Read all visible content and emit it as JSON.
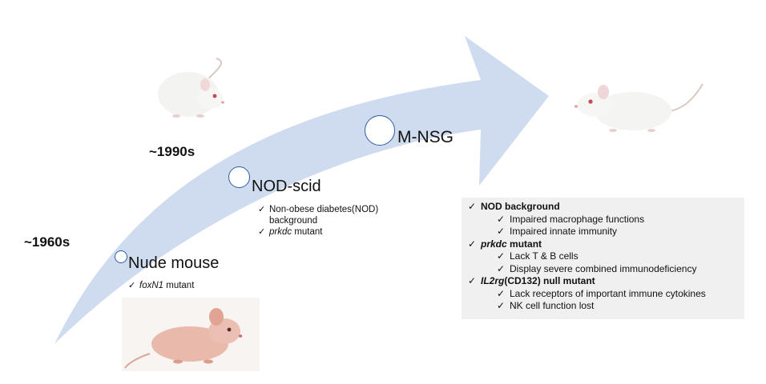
{
  "eras": {
    "e1960": "~1960s",
    "e1990": "~1990s"
  },
  "stages": [
    {
      "title": "Nude mouse",
      "bullets": [
        {
          "italic": "foxN1",
          "rest": " mutant"
        }
      ]
    },
    {
      "title": "NOD-scid",
      "bullets": [
        {
          "italic": "",
          "rest": "Non-obese diabetes(NOD)"
        },
        {
          "italic": "",
          "rest": "background"
        },
        {
          "italic": "prkdc",
          "rest": " mutant"
        }
      ]
    },
    {
      "title": "M-NSG",
      "bullets": []
    }
  ],
  "check_symbol": "✓",
  "info": {
    "sections": [
      {
        "head_italic": "",
        "head_rest": "NOD background",
        "items": [
          "Impaired macrophage functions",
          "Impaired innate immunity"
        ]
      },
      {
        "head_italic": "prkdc",
        "head_rest": " mutant",
        "items": [
          "Lack T & B cells",
          "Display severe combined immunodeficiency"
        ]
      },
      {
        "head_italic": "IL2rg",
        "head_rest": "(CD132) null mutant",
        "items": [
          "Lack receptors of important immune cytokines",
          "NK cell function lost"
        ]
      }
    ]
  },
  "colors": {
    "arrow": "#cfdcef",
    "circle_border": "#2b5ca8",
    "info_bg": "#f0f0f0"
  },
  "images": {
    "nude": "hairless-mouse-photo",
    "white1": "white-mouse-photo",
    "white2": "white-mouse-photo"
  }
}
